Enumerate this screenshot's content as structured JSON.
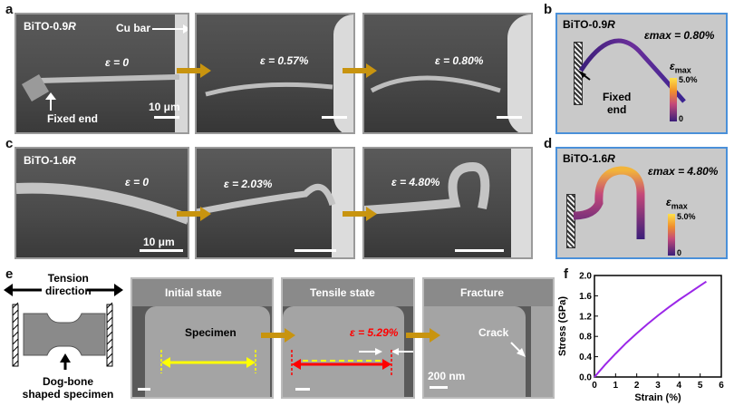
{
  "panels": {
    "a": {
      "letter": "a",
      "sample": "BiTO-0.9",
      "sample_suffix": "R",
      "frames": [
        "ε = 0",
        "ε = 0.57%",
        "ε = 0.80%"
      ],
      "cu_bar": "Cu bar",
      "fixed_end": "Fixed end",
      "scale": "10 μm"
    },
    "b": {
      "letter": "b",
      "sample": "BiTO-0.9",
      "sample_suffix": "R",
      "emax_label": "εmax = 0.80%",
      "fixed_end": "Fixed",
      "fixed_end2": "end",
      "cbar_title": "ε",
      "cbar_sub": "max",
      "cbar_top": "5.0%",
      "cbar_bottom": "0"
    },
    "c": {
      "letter": "c",
      "sample": "BiTO-1.6",
      "sample_suffix": "R",
      "frames": [
        "ε = 0",
        "ε = 2.03%",
        "ε = 4.80%"
      ],
      "scale": "10 μm"
    },
    "d": {
      "letter": "d",
      "sample": "BiTO-1.6",
      "sample_suffix": "R",
      "emax_label": "εmax = 4.80%",
      "cbar_title": "ε",
      "cbar_sub": "max",
      "cbar_top": "5.0%",
      "cbar_bottom": "0"
    },
    "e": {
      "letter": "e",
      "tension": "Tension",
      "direction": "direction",
      "dogbone1": "Dog-bone",
      "dogbone2": "shaped specimen",
      "states": [
        "Initial state",
        "Tensile state",
        "Fracture"
      ],
      "specimen": "Specimen",
      "strain": "ε = 5.29%",
      "crack": "Crack",
      "scale": "200 nm"
    },
    "f": {
      "letter": "f"
    }
  },
  "colors": {
    "arrow": "#c8940f",
    "frame_border": "#4a90d9",
    "curve": "#9b27e8",
    "yellow": "#ffff00",
    "red": "#ff0000"
  },
  "chart_data": {
    "type": "line",
    "xlabel": "Strain (%)",
    "ylabel": "Stress (GPa)",
    "xlim": [
      0,
      6
    ],
    "ylim": [
      0,
      2.0
    ],
    "xticks": [
      0,
      1,
      2,
      3,
      4,
      5,
      6
    ],
    "yticks": [
      0.0,
      0.4,
      0.8,
      1.2,
      1.6,
      2.0
    ],
    "ytick_labels": [
      "0.0",
      "0.4",
      "0.8",
      "1.2",
      "1.6",
      "2.0"
    ],
    "series": [
      {
        "x": [
          0,
          0.5,
          1.0,
          1.5,
          2.0,
          2.5,
          3.0,
          3.5,
          4.0,
          4.5,
          5.0,
          5.29
        ],
        "y": [
          0,
          0.24,
          0.46,
          0.67,
          0.86,
          1.04,
          1.21,
          1.37,
          1.52,
          1.66,
          1.8,
          1.88
        ]
      }
    ]
  }
}
